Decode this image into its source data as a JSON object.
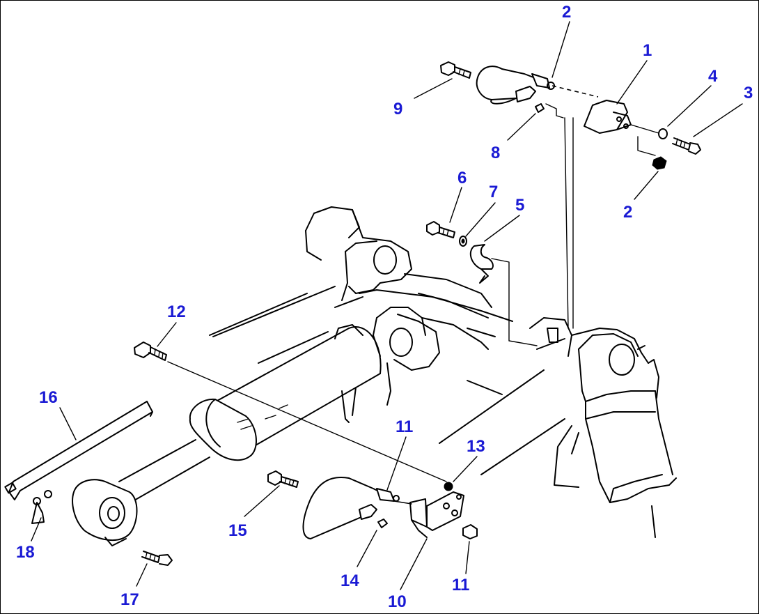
{
  "colors": {
    "callout_text": "#1a1ad4",
    "line_art": "#000000",
    "background": "#ffffff"
  },
  "callouts": [
    {
      "id": "c2a",
      "text": "2"
    },
    {
      "id": "c1",
      "text": "1"
    },
    {
      "id": "c4",
      "text": "4"
    },
    {
      "id": "c3",
      "text": "3"
    },
    {
      "id": "c9",
      "text": "9"
    },
    {
      "id": "c8",
      "text": "8"
    },
    {
      "id": "c2b",
      "text": "2"
    },
    {
      "id": "c6",
      "text": "6"
    },
    {
      "id": "c7",
      "text": "7"
    },
    {
      "id": "c5",
      "text": "5"
    },
    {
      "id": "c12",
      "text": "12"
    },
    {
      "id": "c16",
      "text": "16"
    },
    {
      "id": "c11a",
      "text": "11"
    },
    {
      "id": "c13",
      "text": "13"
    },
    {
      "id": "c15",
      "text": "15"
    },
    {
      "id": "c18",
      "text": "18"
    },
    {
      "id": "c14",
      "text": "14"
    },
    {
      "id": "c11b",
      "text": "11"
    },
    {
      "id": "c10",
      "text": "10"
    },
    {
      "id": "c17",
      "text": "17"
    }
  ]
}
